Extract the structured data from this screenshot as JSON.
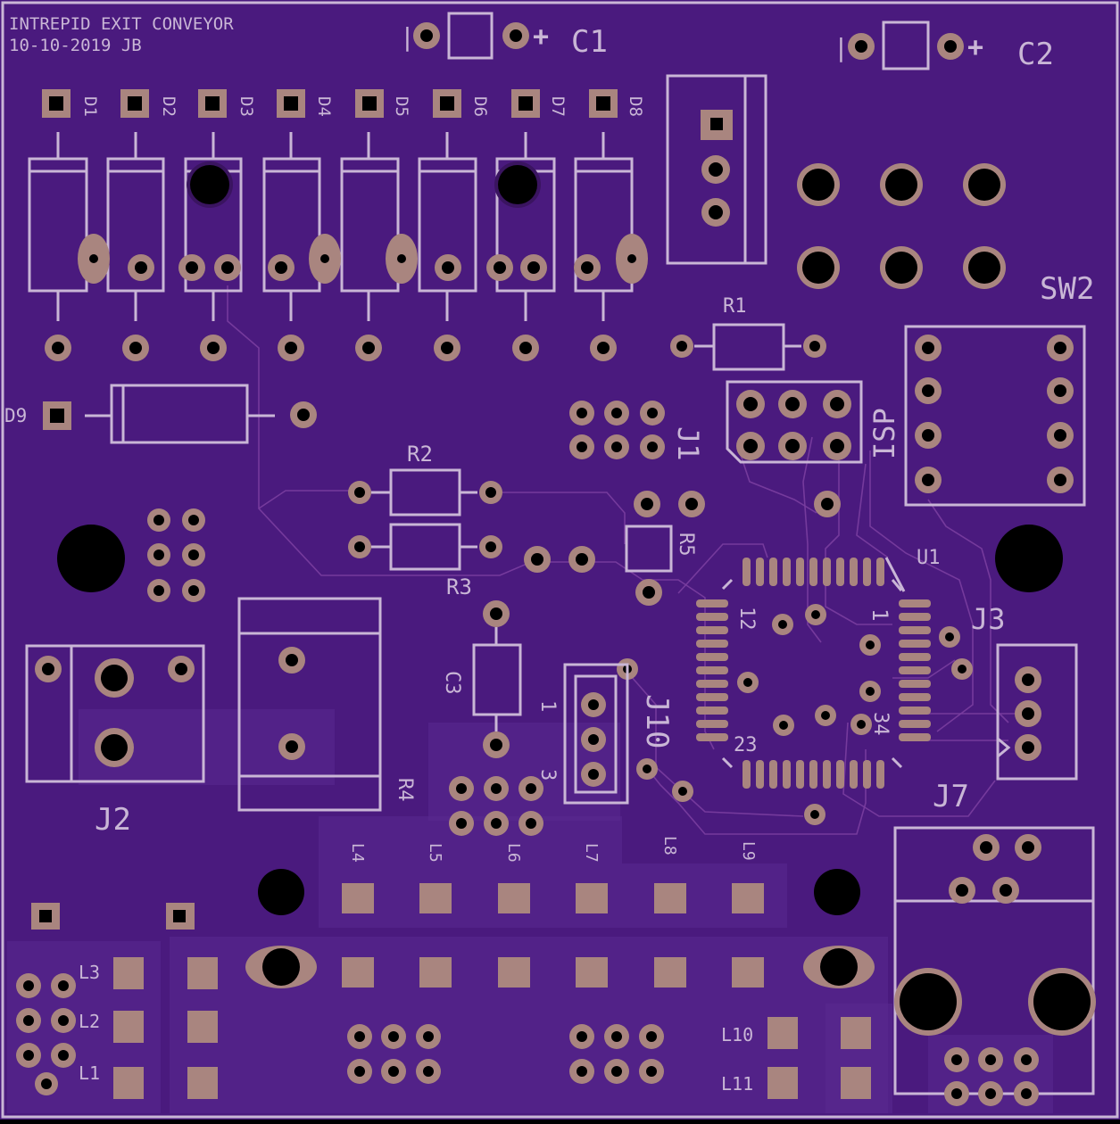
{
  "board": {
    "title_line1": "INTREPID  EXIT  CONVEYOR",
    "title_line2": "10-10-2019  JB",
    "colors": {
      "board": "#4a1a7e",
      "silkscreen": "#c9b6d6",
      "pad": "#a9857f",
      "hole": "#000000",
      "zone": "#5a2a90"
    }
  },
  "labels": {
    "c1": "C1",
    "c2": "C2",
    "c3": "C3",
    "plus": "+",
    "minus": "|",
    "d1": "D1",
    "d2": "D2",
    "d3": "D3",
    "d4": "D4",
    "d5": "D5",
    "d6": "D6",
    "d7": "D7",
    "d8": "D8",
    "d9": "D9",
    "r1": "R1",
    "r2": "R2",
    "r3": "R3",
    "r4": "R4",
    "r5": "R5",
    "sw2": "SW2",
    "isp": "ISP",
    "j1": "J1",
    "j2": "J2",
    "j3": "J3",
    "j7": "J7",
    "j10": "J10",
    "u1": "U1",
    "pin1": "1",
    "pin12": "12",
    "pin23": "23",
    "pin34": "34",
    "j10_pin1": "1",
    "j10_pin3": "3",
    "l1": "L1",
    "l2": "L2",
    "l3": "L3",
    "l4": "L4",
    "l5": "L5",
    "l6": "L6",
    "l7": "L7",
    "l8": "L8",
    "l9": "L9",
    "l10": "L10",
    "l11": "L11"
  }
}
